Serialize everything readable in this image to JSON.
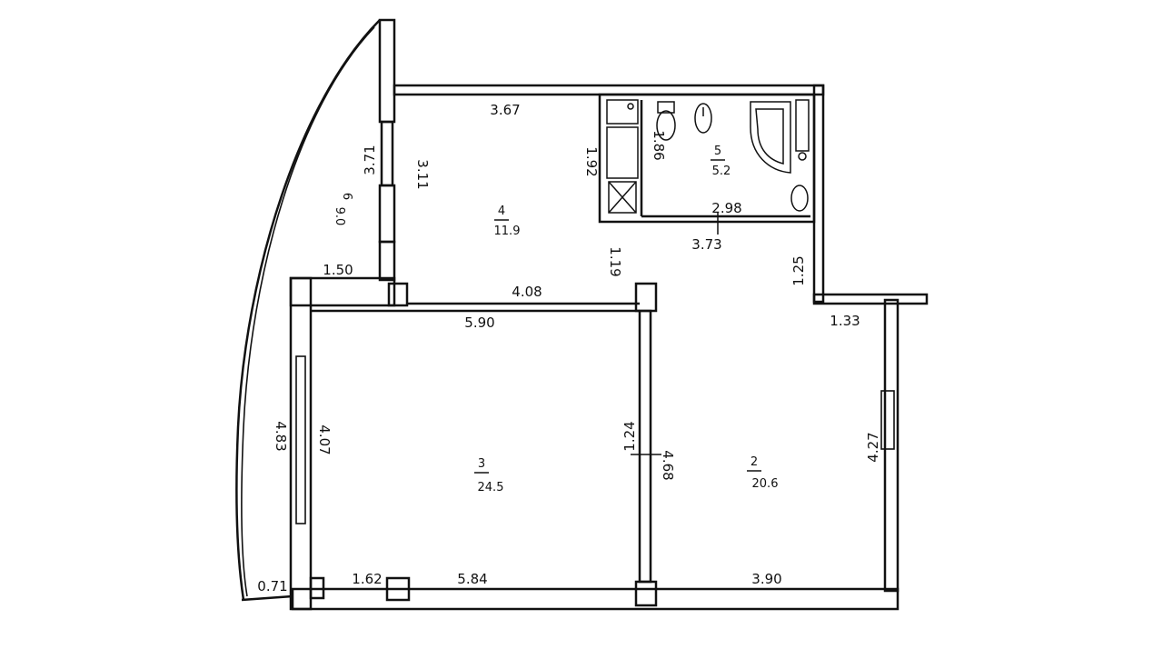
{
  "rooms": [
    {
      "id": "room-2",
      "number": "2",
      "area": "20.6"
    },
    {
      "id": "room-3",
      "number": "3",
      "area": "24.5"
    },
    {
      "id": "room-4",
      "number": "4",
      "area": "11.9"
    },
    {
      "id": "room-5",
      "number": "5",
      "area": "5.2"
    },
    {
      "id": "room-balcony",
      "number": "6",
      "area": "9.0"
    }
  ],
  "dimensions": {
    "d367": "3.67",
    "d371": "3.71",
    "d311": "3.11",
    "d192": "1.92",
    "d186": "1.86",
    "d298": "2.98",
    "d373": "3.73",
    "d119": "1.19",
    "d125": "1.25",
    "d150": "1.50",
    "d408": "4.08",
    "d590": "5.90",
    "d133": "1.33",
    "d483": "4.83",
    "d407": "4.07",
    "d124": "1.24",
    "d468": "4.68",
    "d427": "4.27",
    "d071": "0.71",
    "d162": "1.62",
    "d584": "5.84",
    "d390": "3.90"
  }
}
